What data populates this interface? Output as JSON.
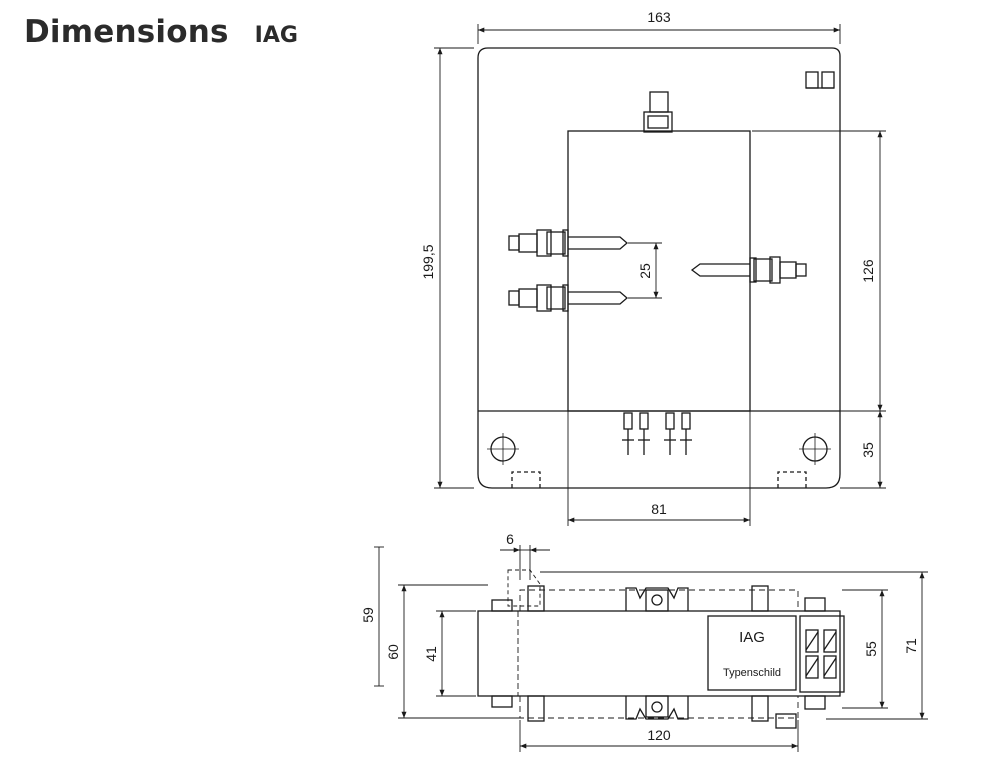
{
  "header": {
    "title": "Dimensions",
    "model": "IAG"
  },
  "front_view": {
    "dim_width": "163",
    "dim_height": "199,5",
    "dim_window_height": "126",
    "dim_terminal_pitch": "25",
    "dim_foot_height": "35",
    "dim_window_width": "81"
  },
  "top_view": {
    "dim_offset": "6",
    "dim_59": "59",
    "dim_60": "60",
    "dim_41": "41",
    "dim_55": "55",
    "dim_71": "71",
    "dim_120": "120",
    "nameplate_model": "IAG",
    "nameplate_label": "Typenschild"
  },
  "colors": {
    "line": "#1a1a1a",
    "title": "#2b2b2b"
  }
}
